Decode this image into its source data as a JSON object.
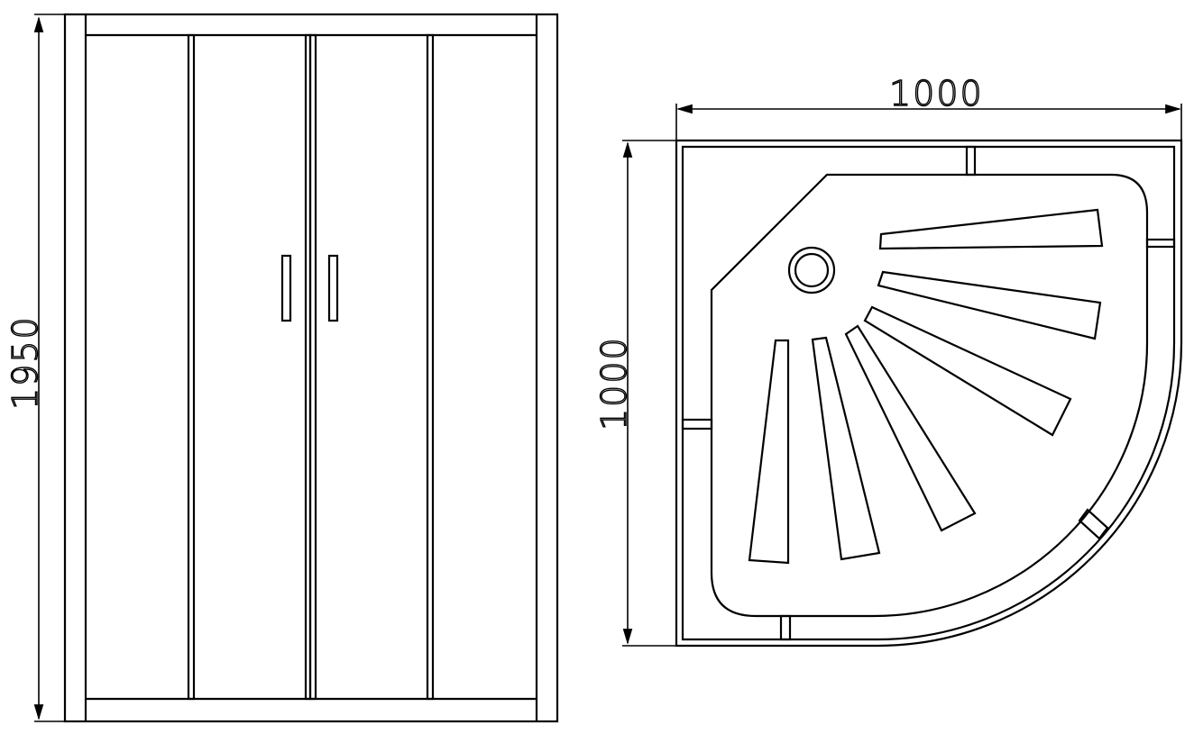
{
  "front_view": {
    "height_label": "1950"
  },
  "tray_view": {
    "width_label": "1000",
    "depth_label": "1000"
  },
  "colors": {
    "line": "#000000",
    "background": "#ffffff"
  }
}
